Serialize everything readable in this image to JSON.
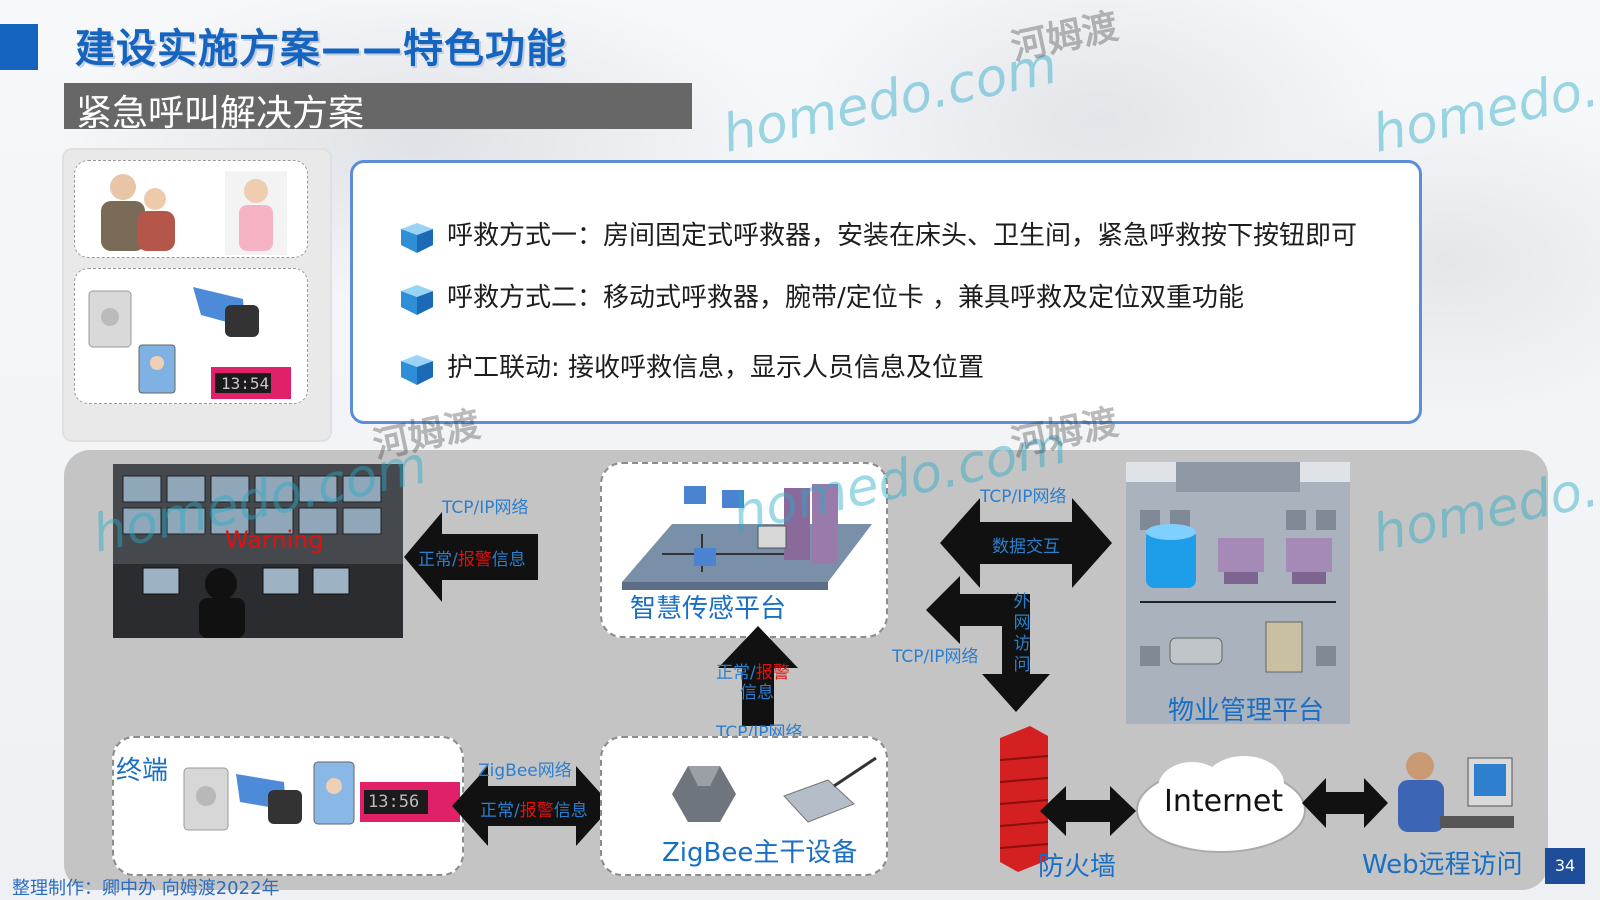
{
  "slide": {
    "title": "建设实施方案——特色功能",
    "subtitle": "紧急呼叫解决方案",
    "page_number": "34",
    "footer": "整理制作：卿中办 向姆渡2022年"
  },
  "features": [
    {
      "text": "呼救方式一：房间固定式呼救器，安装在床头、卫生间，紧急呼救按下按钮即可"
    },
    {
      "text": "呼救方式二：移动式呼救器，腕带/定位卡 ，兼具呼救及定位双重功能"
    },
    {
      "text": "护工联动: 接收呼救信息，显示人员信息及位置"
    }
  ],
  "devices": {
    "clock_reading_top": "13:54",
    "clock_reading_bottom": "13:56"
  },
  "diagram": {
    "monitor_warning": "Warning",
    "platform_label": "智慧传感平台",
    "terminal_label": "终端",
    "zigbee_label": "ZigBee主干设备",
    "property_label": "物业管理平台",
    "firewall_label": "防火墙",
    "internet_label": "Internet",
    "web_label": "Web远程访问",
    "arrow_left_top": "TCP/IP网络",
    "arrow_left_normal": "正常/",
    "arrow_left_alarm": "报警",
    "arrow_left_info": "信息",
    "arrow_right_top": "TCP/IP网络",
    "arrow_right_mid": "数据交互",
    "arrow_ext_net": "TCP/IP网络",
    "arrow_ext_label": [
      "外",
      "网",
      "访",
      "问"
    ],
    "arrow_up_normal": "正常/",
    "arrow_up_alarm": "报警",
    "arrow_up_info": "信息",
    "arrow_up_bottom": "TCP/IP网络",
    "arrow_bottom_top": "ZigBee网络",
    "arrow_bottom_normal": "正常/",
    "arrow_bottom_alarm": "报警",
    "arrow_bottom_info": "信息"
  },
  "watermarks": {
    "brand": "homedo.com",
    "cn": "河姆渡"
  },
  "colors": {
    "title_blue": "#1565c0",
    "label_blue": "#1a6fc4",
    "alarm_red": "#e01010",
    "diagram_bg": "#c4c4c4",
    "border_blue": "#5b8ed6"
  }
}
